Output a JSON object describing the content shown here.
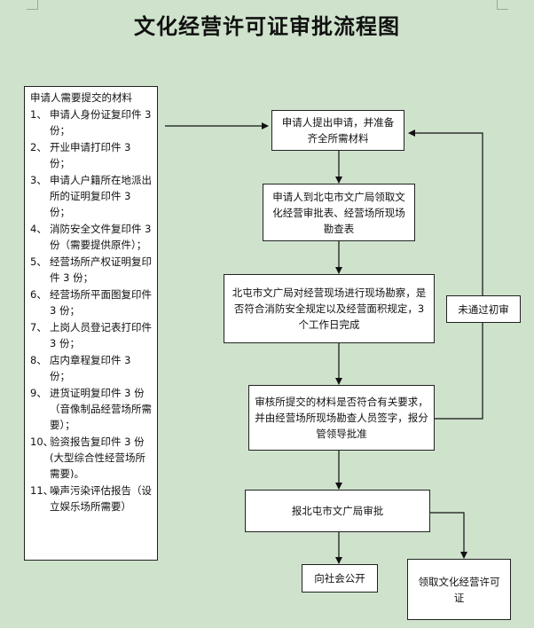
{
  "title": "文化经营许可证审批流程图",
  "materials": {
    "heading": "申请人需要提交的材料",
    "items": [
      {
        "num": "1、",
        "text": "申请人身份证复印件 3 份；"
      },
      {
        "num": "2、",
        "text": "开业申请打印件 3 份；"
      },
      {
        "num": "3、",
        "text": "申请人户籍所在地派出所的证明复印件 3 份；"
      },
      {
        "num": "4、",
        "text": "消防安全文件复印件 3 份（需要提供原件）；"
      },
      {
        "num": "5、",
        "text": "经营场所产权证明复印件 3 份；"
      },
      {
        "num": "6、",
        "text": "经营场所平面图复印件 3 份；"
      },
      {
        "num": "7、",
        "text": "上岗人员登记表打印件 3 份；"
      },
      {
        "num": "8、",
        "text": "店内章程复印件 3 份；"
      },
      {
        "num": "9、",
        "text": "进货证明复印件 3 份（音像制品经营场所需要）；"
      },
      {
        "num": "10、",
        "text": "验资报告复印件 3 份(大型综合性经营场所需要)。"
      },
      {
        "num": "11、",
        "text": "噪声污染评估报告（设立娱乐场所需要）"
      }
    ]
  },
  "steps": {
    "apply": "申请人提出申请，并准备齐全所需材料",
    "get_forms": "申请人到北屯市文广局领取文化经营审批表、经营场所现场勘查表",
    "inspect": "北屯市文广局对经营现场进行现场勘察，是否符合消防安全规定以及经营面积规定，3 个工作日完成",
    "review": "审核所提交的材料是否符合有关要求，并由经营场所现场勘查人员签字，报分管领导批准",
    "approve": "报北屯市文广局审批",
    "publish": "向社会公开",
    "license": "领取文化经营许可证",
    "rejected": "未通过初审"
  }
}
